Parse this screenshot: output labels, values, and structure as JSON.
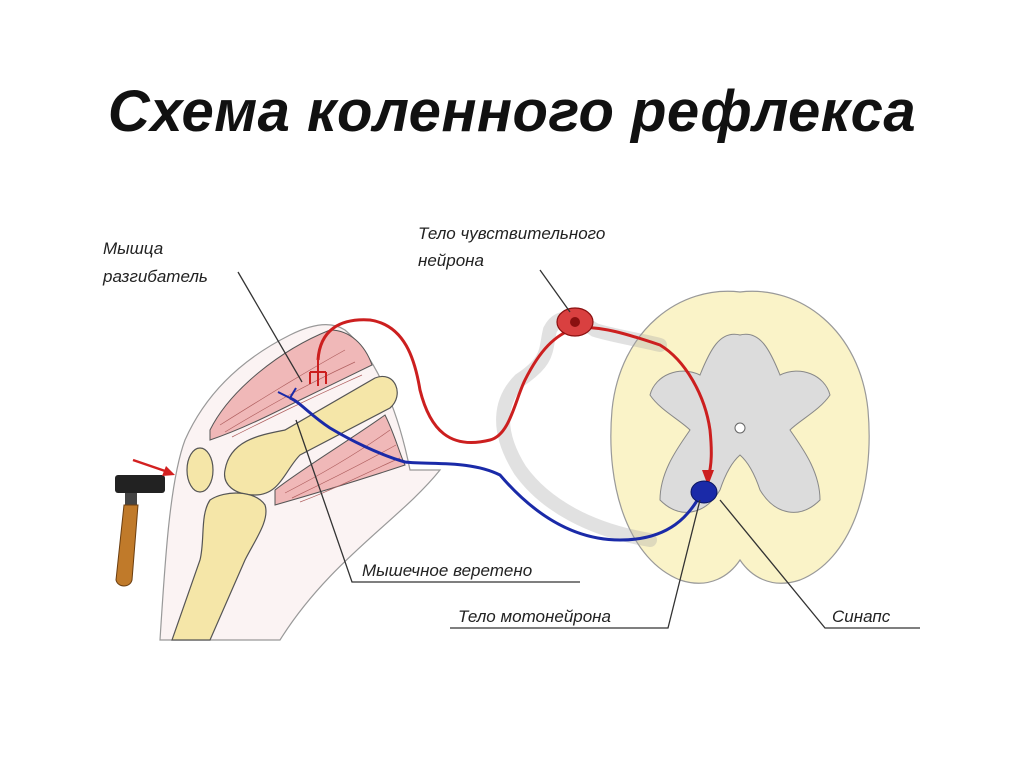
{
  "title": "Схема коленного рефлекса",
  "labels": {
    "muscle_line1": "Мышца",
    "muscle_line2": "разгибатель",
    "sensory_line1": "Тело чувствительного",
    "sensory_line2": "нейрона",
    "spindle": "Мышечное веретено",
    "motor": "Тело мотонейрона",
    "synapse": "Синапс"
  },
  "colors": {
    "sensory_neuron": "#cc1f1f",
    "motor_neuron": "#1a2aa8",
    "muscle": "#f0b8b8",
    "bone": "#f5e6a8",
    "spinal_white_matter": "#faf3c8",
    "spinal_gray_matter": "#dcdcdc",
    "hammer_handle": "#c07a2a"
  }
}
